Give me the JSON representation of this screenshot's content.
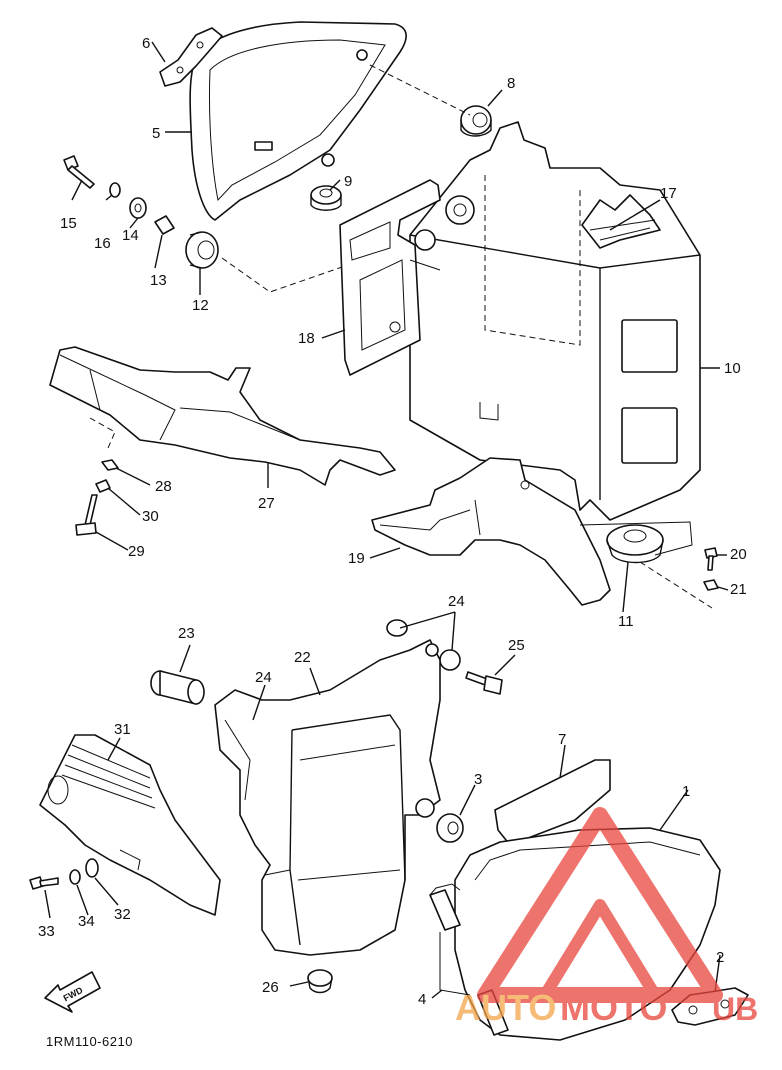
{
  "diagram": {
    "drawing_code": "1RM110-6210",
    "fwd_label": "FWD",
    "part_numbers": [
      "1",
      "2",
      "3",
      "4",
      "5",
      "6",
      "7",
      "8",
      "9",
      "10",
      "11",
      "12",
      "13",
      "14",
      "15",
      "16",
      "17",
      "18",
      "19",
      "20",
      "21",
      "22",
      "23",
      "24",
      "24",
      "25",
      "26",
      "27",
      "28",
      "29",
      "30",
      "31",
      "32",
      "33",
      "34"
    ]
  },
  "watermark": {
    "text_part1": "AUTO",
    "text_part2": "MOTO",
    "text_part3": "UB",
    "color_text1": "#f2a54a",
    "color_text2": "#e8463c",
    "color_triangle": "#e8463c"
  }
}
